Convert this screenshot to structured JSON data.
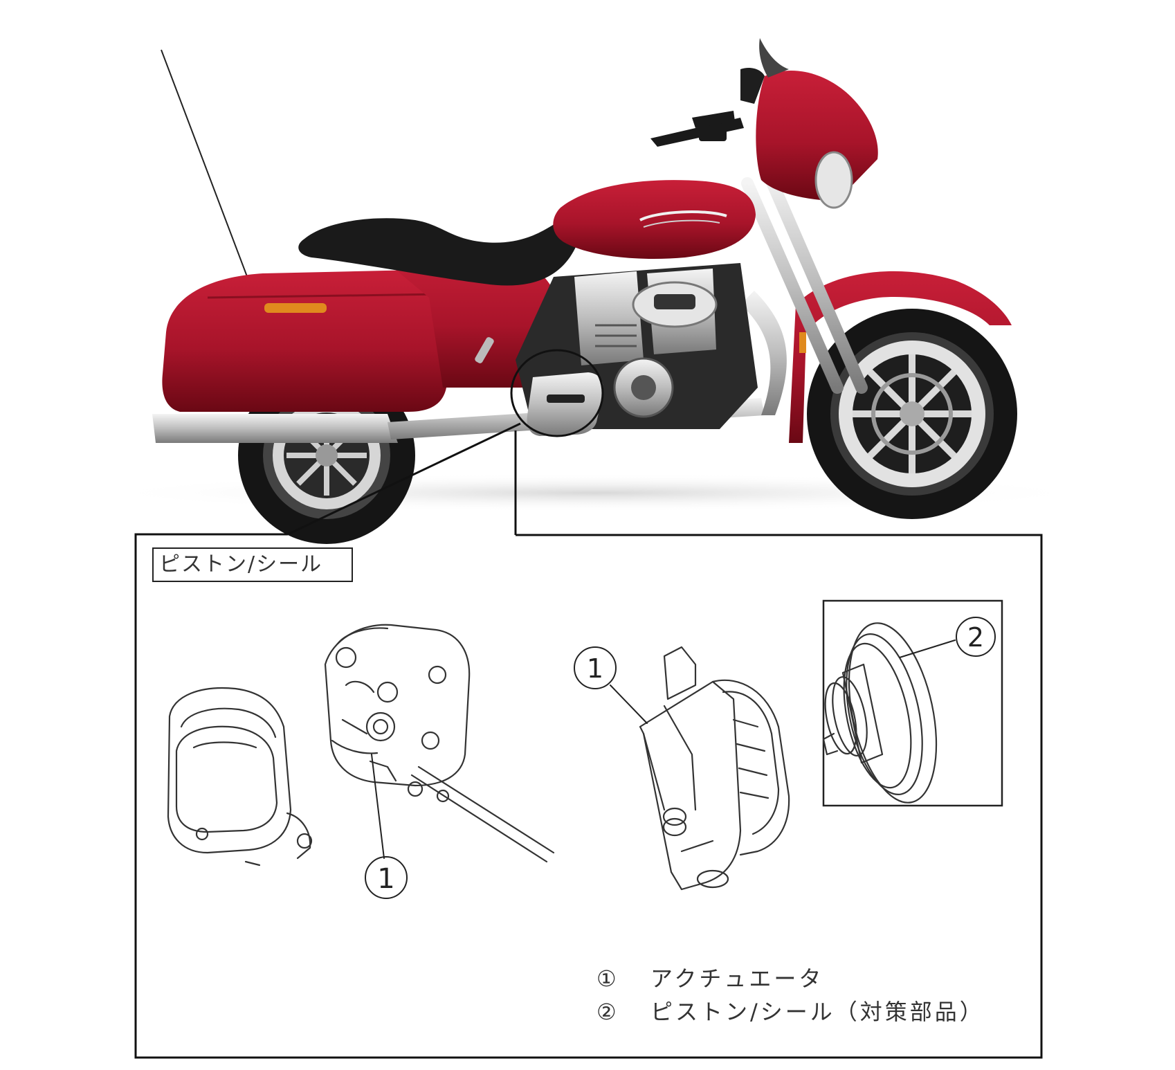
{
  "inset_label": "ピストン/シール",
  "callouts": {
    "actuator_on_cover": "1",
    "actuator_detail": "1",
    "piston_seal": "2"
  },
  "legend": [
    {
      "num": "①",
      "text": "アクチュエータ"
    },
    {
      "num": "②",
      "text": "ピストン/シール（対策部品）"
    }
  ],
  "colors": {
    "body_red": "#a8142a",
    "body_dark": "#6a0814",
    "chrome": "#c8c8c8",
    "tire": "#151515",
    "line": "#222222"
  }
}
